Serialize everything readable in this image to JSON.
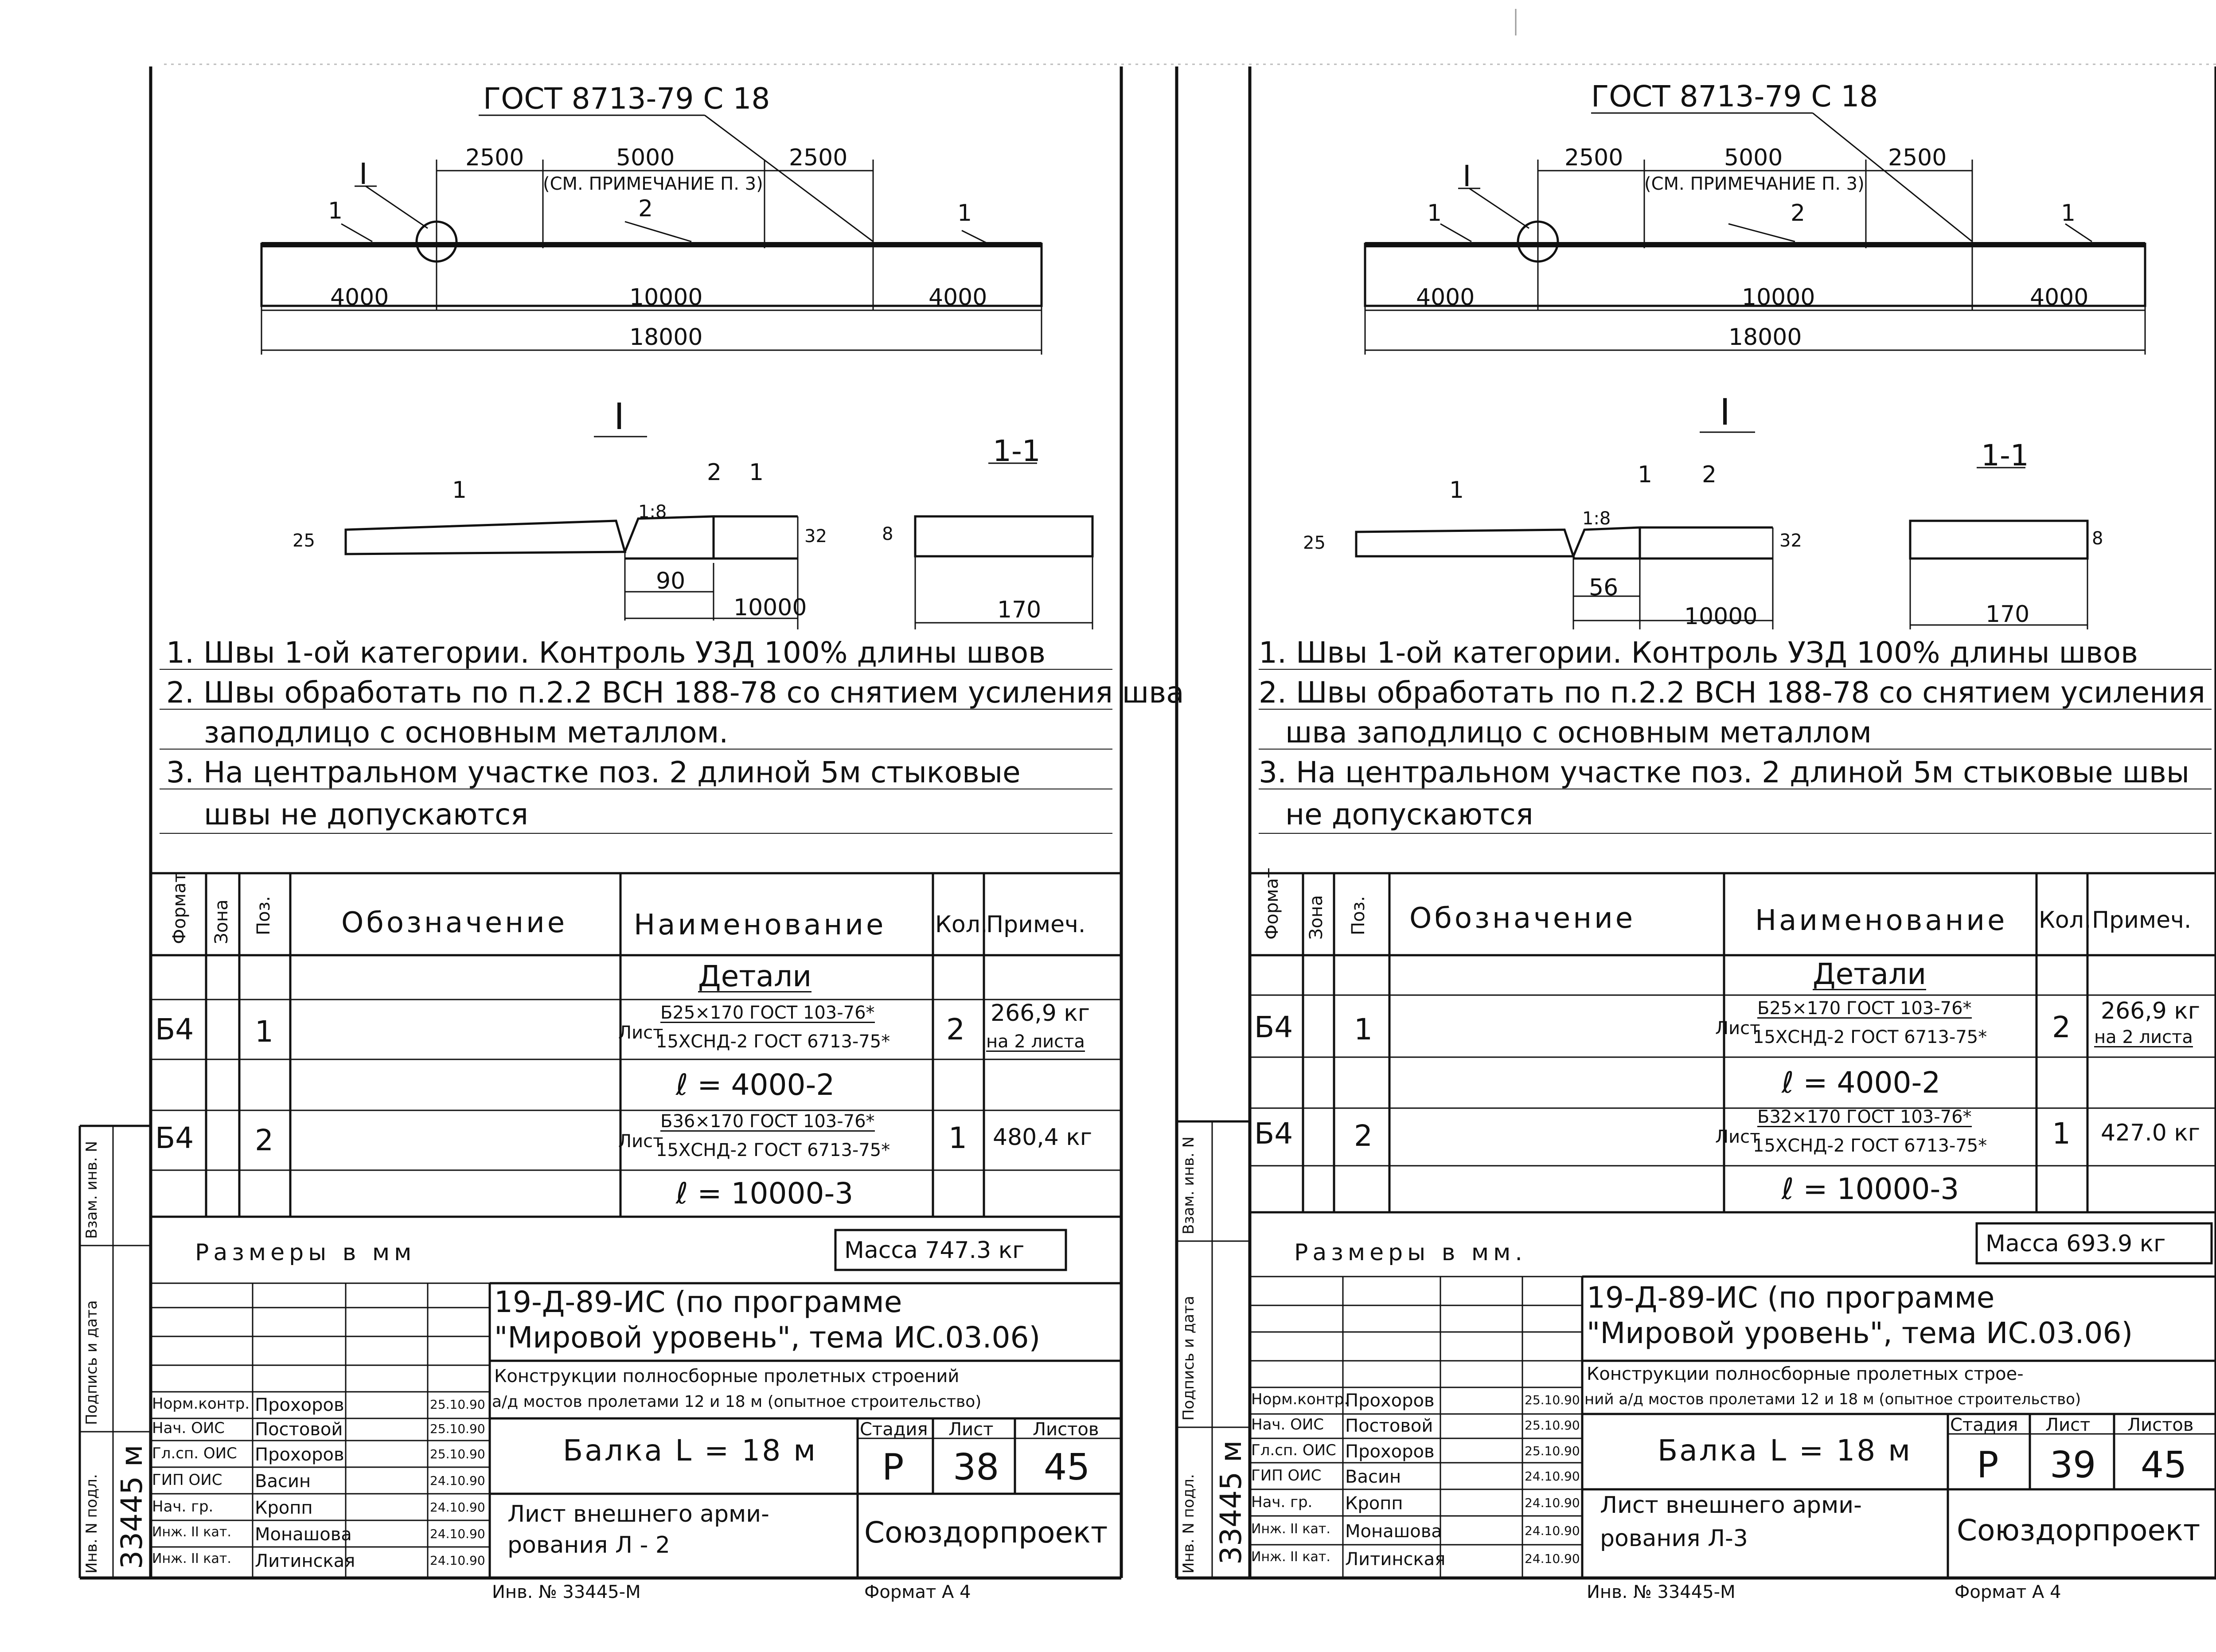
{
  "sheets": [
    {
      "gost_label": "ГОСТ 8713-79  С 18",
      "top_dims": [
        "2500",
        "5000",
        "2500"
      ],
      "note_ref": "(СМ. ПРИМЕЧАНИЕ П. 3)",
      "callout_I": "I",
      "pos_1": "1",
      "pos_2": "2",
      "bottom_dims": [
        "4000",
        "10000",
        "4000"
      ],
      "total_dim": "18000",
      "detail_title": "I",
      "section_title": "1-1",
      "detail_labels": {
        "thick_left": "25",
        "thick_right": "32",
        "slope": "1:8",
        "gap": "90",
        "len": "10000",
        "sec_h": "8",
        "sec_w": "170",
        "p1": "1",
        "p2": "2",
        "p1b": "1"
      },
      "notes": [
        "1. Швы 1-ой категории. Контроль УЗД 100% длины швов",
        "2. Швы обработать по п.2.2 ВСН 188-78 со снятием усиления шва",
        "заподлицо с основным металлом.",
        "3. На центральном участке поз. 2 длиной 5м стыковые",
        "швы не допускаются"
      ],
      "spec_headers": [
        "Формат",
        "Зона",
        "Поз.",
        "Обозначение",
        "Наименование",
        "Кол.",
        "Примеч."
      ],
      "spec_section": "Детали",
      "spec_rows": [
        {
          "format": "Б4",
          "pos": "1",
          "name_prefix": "Лист",
          "name_top": "Б25×170 ГОСТ 103-76*",
          "name_bot": "15ХСНД-2 ГОСТ 6713-75*",
          "length": "ℓ = 4000-2",
          "qty": "2",
          "note_1": "266,9 кг",
          "note_2": "на 2 листа"
        },
        {
          "format": "Б4",
          "pos": "2",
          "name_prefix": "Лист",
          "name_top": "Б36×170 ГОСТ 103-76*",
          "name_bot": "15ХСНД-2 ГОСТ 6713-75*",
          "length": "ℓ = 10000-3",
          "qty": "1",
          "note_1": "480,4 кг",
          "note_2": ""
        }
      ],
      "dims_note": "Размеры в мм",
      "mass": "Масса  747.3 кг",
      "doc_code": "19-Д-89-ИС  (по программе",
      "doc_code2": "\"Мировой уровень\", тема ИС.03.06)",
      "title_line1": "Конструкции полносборные пролетных строений",
      "title_line2": "а/д мостов пролетами 12 и 18 м (опытное строительство)",
      "part_name": "Балка  L = 18 м",
      "sheet_name1": "Лист   внешнего   арми-",
      "sheet_name2": "рования      Л - 2",
      "stage_h": "Стадия",
      "sheet_h": "Лист",
      "sheets_h": "Листов",
      "stage": "Р",
      "sheet_no": "38",
      "sheets_total": "45",
      "org": "Союздорпроект",
      "roles": [
        {
          "role": "Норм.контр.",
          "name": "Прохоров",
          "date": "25.10.90"
        },
        {
          "role": "Нач. ОИС",
          "name": "Постовой",
          "date": "25.10.90"
        },
        {
          "role": "Гл.сп. ОИС",
          "name": "Прохоров",
          "date": "25.10.90"
        },
        {
          "role": "ГИП ОИС",
          "name": "Васин",
          "date": "24.10.90"
        },
        {
          "role": "Нач. гр.",
          "name": "Кропп",
          "date": "24.10.90"
        },
        {
          "role": "Инж. II кат.",
          "name": "Монашова",
          "date": "24.10.90"
        },
        {
          "role": "Инж. II кат.",
          "name": "Литинская",
          "date": "24.10.90"
        }
      ],
      "side_inv": "Инв. N подл.",
      "side_inv_val": "33445 м",
      "side_sign": "Подпись и дата",
      "side_vzam": "Взам. инв. N",
      "footer_inv": "Инв. № 33445-М",
      "footer_format": "Формат А 4"
    },
    {
      "gost_label": "ГОСТ 8713-79  С 18",
      "top_dims": [
        "2500",
        "5000",
        "2500"
      ],
      "note_ref": "(СМ. ПРИМЕЧАНИЕ П. 3)",
      "callout_I": "I",
      "pos_1": "1",
      "pos_2": "2",
      "bottom_dims": [
        "4000",
        "10000",
        "4000"
      ],
      "total_dim": "18000",
      "detail_title": "I",
      "section_title": "1-1",
      "detail_labels": {
        "thick_left": "25",
        "thick_right": "32",
        "slope": "1:8",
        "gap": "56",
        "len": "10000",
        "sec_h": "8",
        "sec_w": "170",
        "p1": "1",
        "p2": "2",
        "p1b": "1"
      },
      "notes": [
        "1. Швы 1-ой категории. Контроль УЗД 100% длины швов",
        "2. Швы обработать по п.2.2 ВСН 188-78 со снятием усиления",
        "шва заподлицо с основным металлом",
        "3. На центральном участке поз. 2 длиной 5м стыковые швы",
        "не допускаются"
      ],
      "spec_headers": [
        "Формат",
        "Зона",
        "Поз.",
        "Обозначение",
        "Наименование",
        "Кол.",
        "Примеч."
      ],
      "spec_section": "Детали",
      "spec_rows": [
        {
          "format": "Б4",
          "pos": "1",
          "name_prefix": "Лист",
          "name_top": "Б25×170 ГОСТ 103-76*",
          "name_bot": "15ХСНД-2 ГОСТ 6713-75*",
          "length": "ℓ = 4000-2",
          "qty": "2",
          "note_1": "266,9 кг",
          "note_2": "на 2 листа"
        },
        {
          "format": "Б4",
          "pos": "2",
          "name_prefix": "Лист",
          "name_top": "Б32×170 ГОСТ 103-76*",
          "name_bot": "15ХСНД-2 ГОСТ 6713-75*",
          "length": "ℓ = 10000-3",
          "qty": "1",
          "note_1": "427.0 кг",
          "note_2": ""
        }
      ],
      "dims_note": "Размеры в мм.",
      "mass": "Масса  693.9 кг",
      "doc_code": "19-Д-89-ИС  (по программе",
      "doc_code2": "\"Мировой уровень\", тема ИС.03.06)",
      "title_line1": "Конструкции полносборные пролетных строе-",
      "title_line2": "ний а/д мостов пролетами 12 и 18 м (опытное строительство)",
      "part_name": "Балка  L = 18 м",
      "sheet_name1": "Лист   внешнего   арми-",
      "sheet_name2": "рования      Л-3",
      "stage_h": "Стадия",
      "sheet_h": "Лист",
      "sheets_h": "Листов",
      "stage": "Р",
      "sheet_no": "39",
      "sheets_total": "45",
      "org": "Союздорпроект",
      "roles": [
        {
          "role": "Норм.контр.",
          "name": "Прохоров",
          "date": "25.10.90"
        },
        {
          "role": "Нач. ОИС",
          "name": "Постовой",
          "date": "25.10.90"
        },
        {
          "role": "Гл.сп. ОИС",
          "name": "Прохоров",
          "date": "25.10.90"
        },
        {
          "role": "ГИП ОИС",
          "name": "Васин",
          "date": "24.10.90"
        },
        {
          "role": "Нач. гр.",
          "name": "Кропп",
          "date": "24.10.90"
        },
        {
          "role": "Инж. II кат.",
          "name": "Монашова",
          "date": "24.10.90"
        },
        {
          "role": "Инж. II кат.",
          "name": "Литинская",
          "date": "24.10.90"
        }
      ],
      "side_inv": "Инв. N подл.",
      "side_inv_val": "33445 м",
      "side_sign": "Подпись и дата",
      "side_vzam": "Взам. инв. N",
      "footer_inv": "Инв. № 33445-М",
      "footer_format": "Формат А 4"
    }
  ]
}
